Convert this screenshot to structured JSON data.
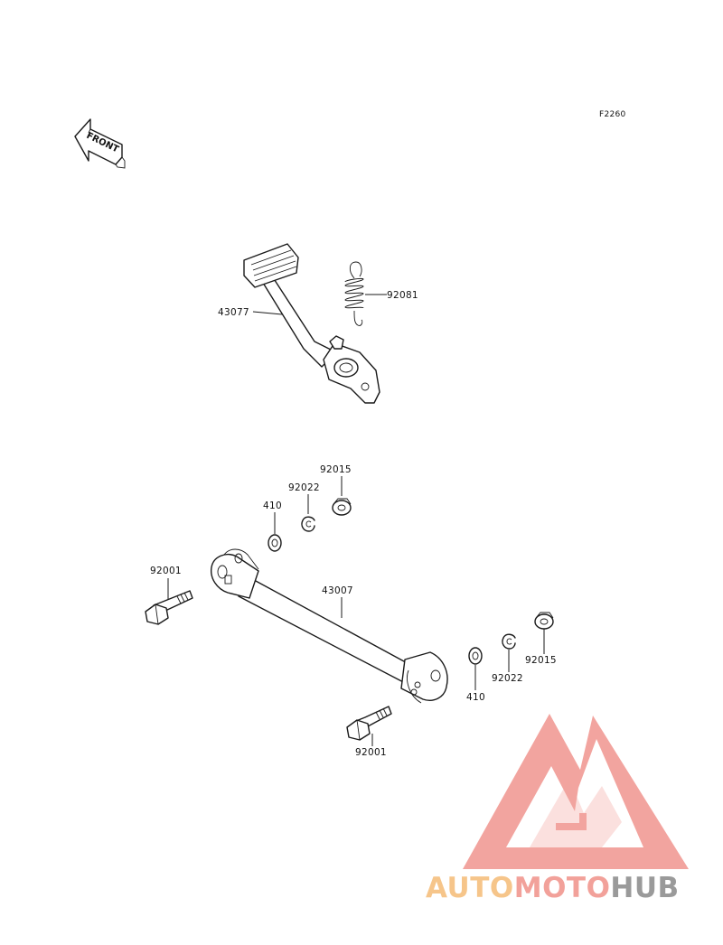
{
  "diagram": {
    "code": "F2260",
    "front_arrow_text": "FRONT",
    "part_labels": {
      "brake_pedal": "43077",
      "spring": "92081",
      "collar_top": "92015",
      "snap_ring_top": "92022",
      "washer_top": "410",
      "bolt_left": "92001",
      "rod": "43007",
      "collar_right": "92015",
      "snap_ring_right": "92022",
      "washer_right": "410",
      "bolt_bottom": "92001"
    }
  },
  "watermark": {
    "part1": "AUTO",
    "part2": "MOTO",
    "part3": "HUB",
    "colors": {
      "auto": "#f6c58a",
      "moto": "#f2a19a",
      "hub": "#9a9a9a",
      "logo": "#f2a09a"
    }
  }
}
